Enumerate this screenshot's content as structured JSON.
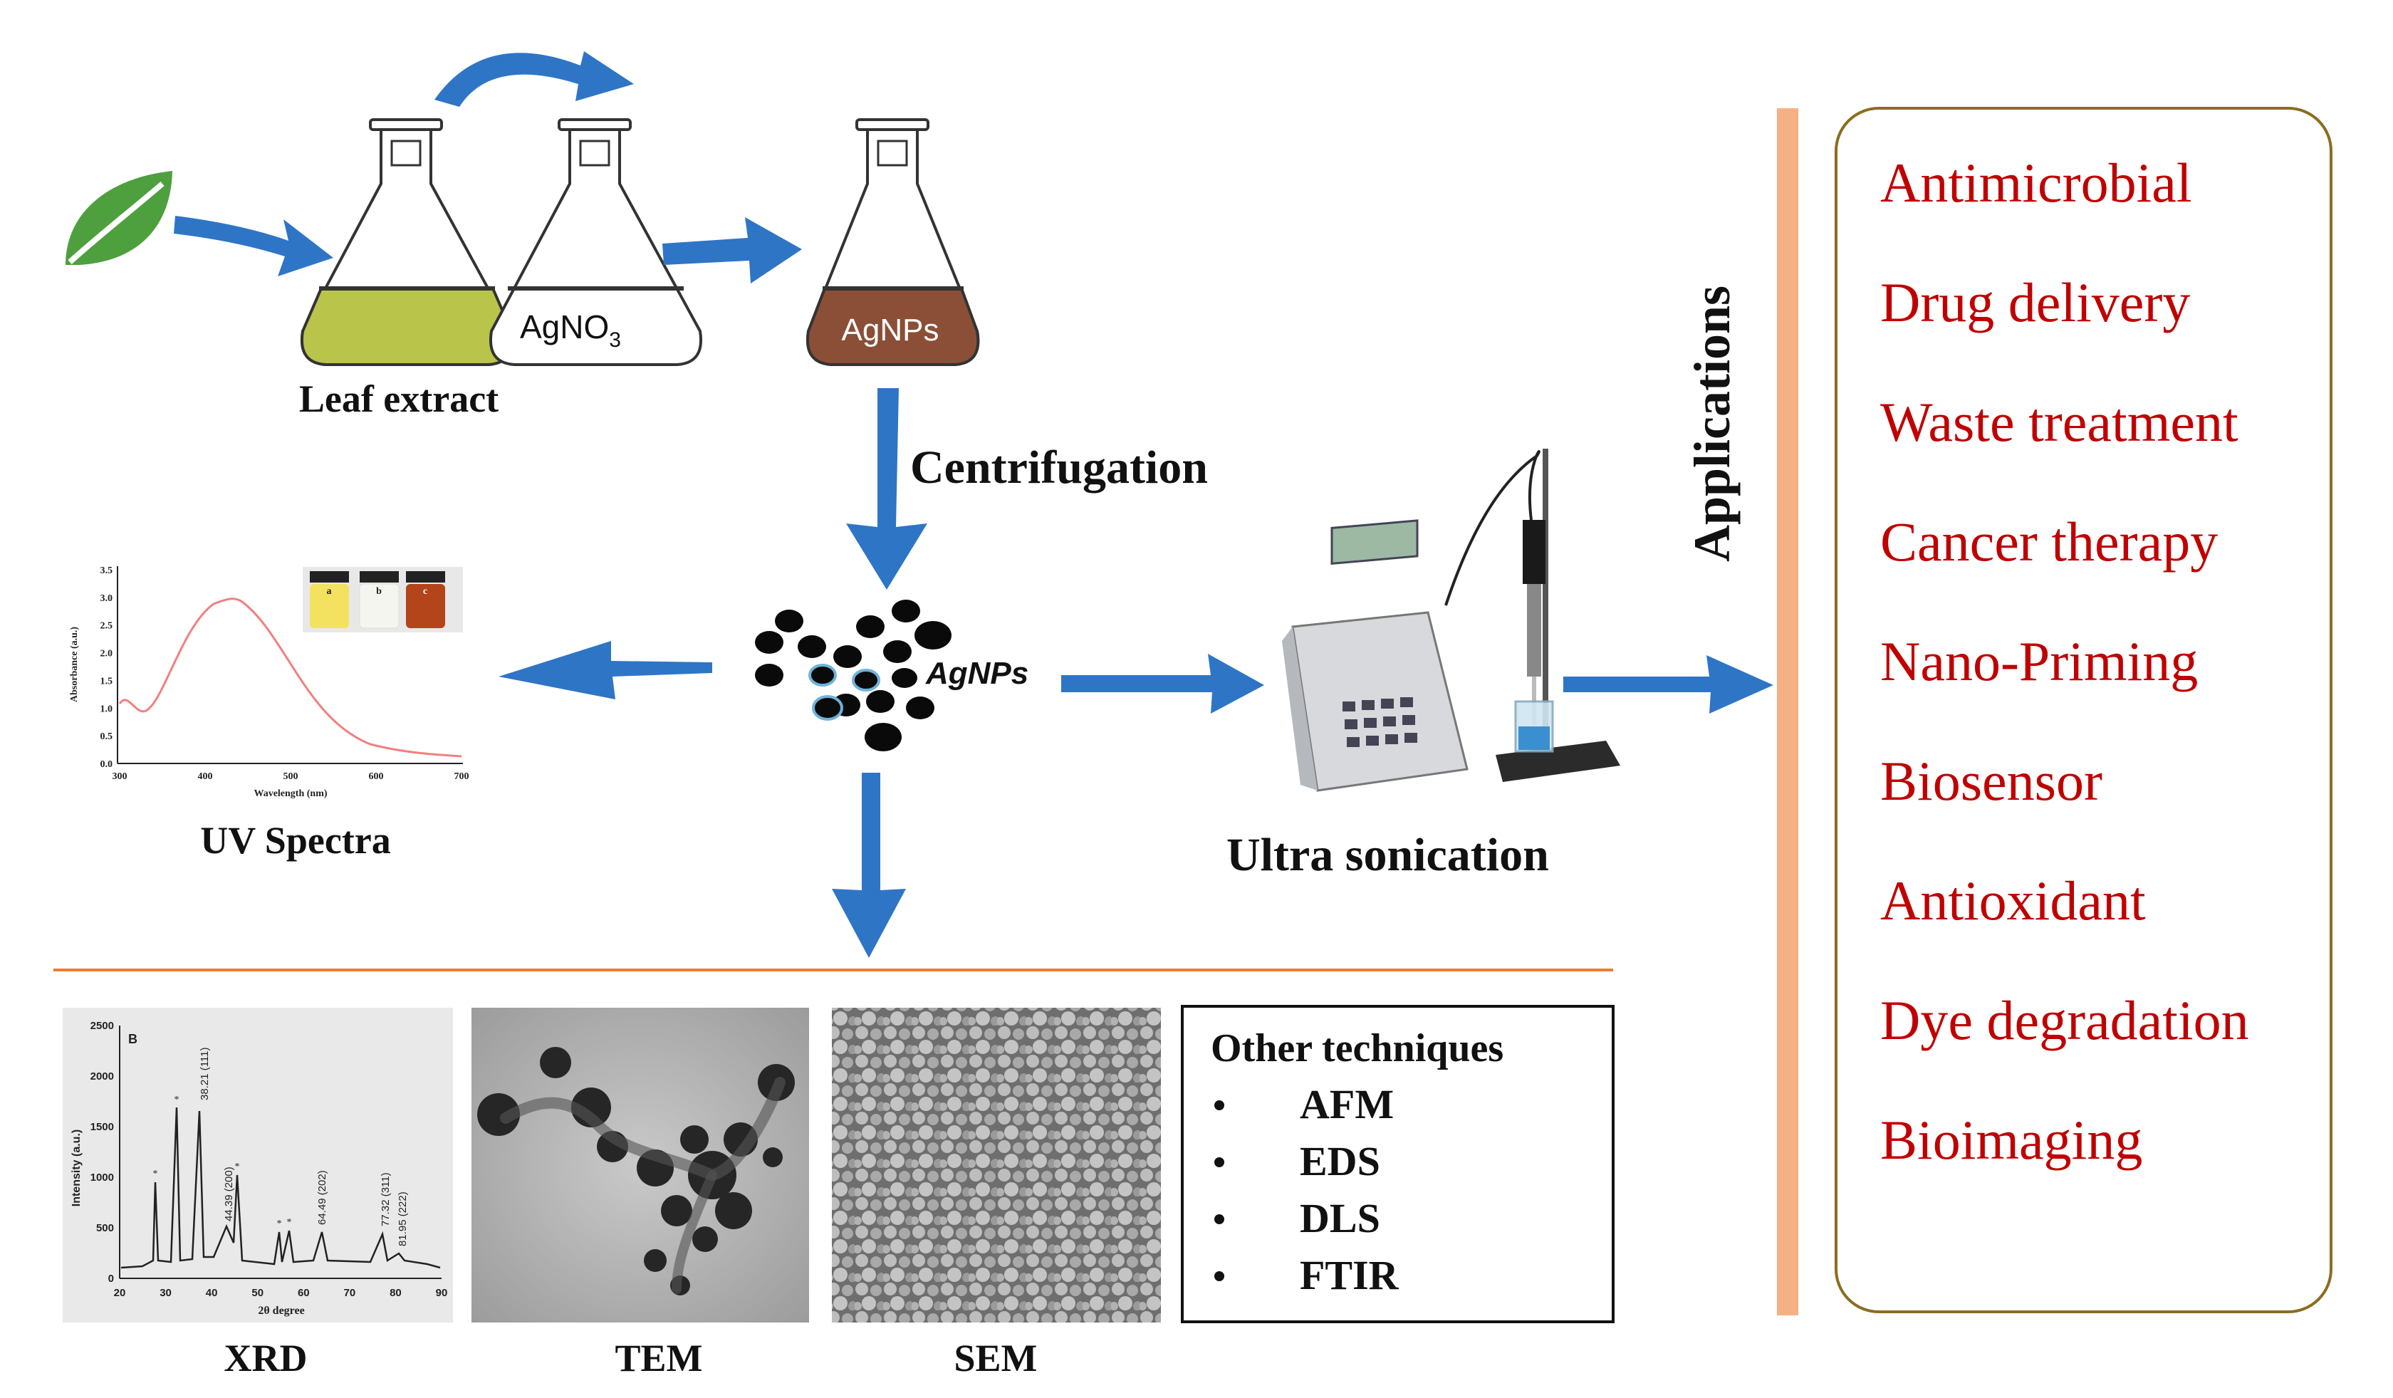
{
  "synthesis": {
    "leaf_extract_label": "Leaf extract",
    "agno3_label": "AgNO",
    "agno3_sub": "3",
    "agnps_flask_label": "AgNPs",
    "centrifugation_label": "Centrifugation",
    "particles_label": "AgNPs"
  },
  "uv_panel": {
    "caption": "UV Spectra",
    "ylabel": "Absorbance (a.u.)",
    "xlabel": "Wavelength (nm)",
    "yticks": [
      "3.5",
      "3.0",
      "2.5",
      "2.0",
      "1.5",
      "1.0",
      "0.5",
      "0.0"
    ],
    "xticks": [
      "300",
      "400",
      "500",
      "600",
      "700"
    ],
    "vial_labels": [
      "a",
      "b",
      "c"
    ]
  },
  "sonication": {
    "caption": "Ultra sonication"
  },
  "characterization": {
    "xrd": {
      "caption": "XRD",
      "panel_letter": "B",
      "ylabel": "Intensity (a.u.)",
      "xlabel": "2θ degree",
      "yticks": [
        "2500",
        "2000",
        "1500",
        "1000",
        "500",
        "0"
      ],
      "xticks": [
        "20",
        "30",
        "40",
        "50",
        "60",
        "70",
        "80",
        "90"
      ],
      "peak_labels": [
        "38.21 (111)",
        "44.39 (200)",
        "64.49 (202)",
        "77.32 (311)",
        "81.95 (222)"
      ]
    },
    "tem": {
      "caption": "TEM"
    },
    "sem": {
      "caption": "SEM"
    },
    "other": {
      "title": "Other techniques",
      "items": [
        "AFM",
        "EDS",
        "DLS",
        "FTIR"
      ]
    }
  },
  "applications": {
    "heading": "Applications",
    "items": [
      "Antimicrobial",
      "Drug delivery",
      "Waste treatment",
      "Cancer therapy",
      "Nano-Priming",
      "Biosensor",
      "Antioxidant",
      "Dye degradation",
      "Bioimaging"
    ]
  },
  "colors": {
    "arrow_blue": "#2e75c6",
    "leaf_green": "#4e9f3d",
    "extract_yellow": "#b9c44a",
    "agnps_brown": "#8b4f37",
    "application_red": "#c00000",
    "divider_orange": "#ed7d31",
    "bar_peach": "#f4b183",
    "box_border": "#8a6d20",
    "uv_curve": "#f08080"
  }
}
